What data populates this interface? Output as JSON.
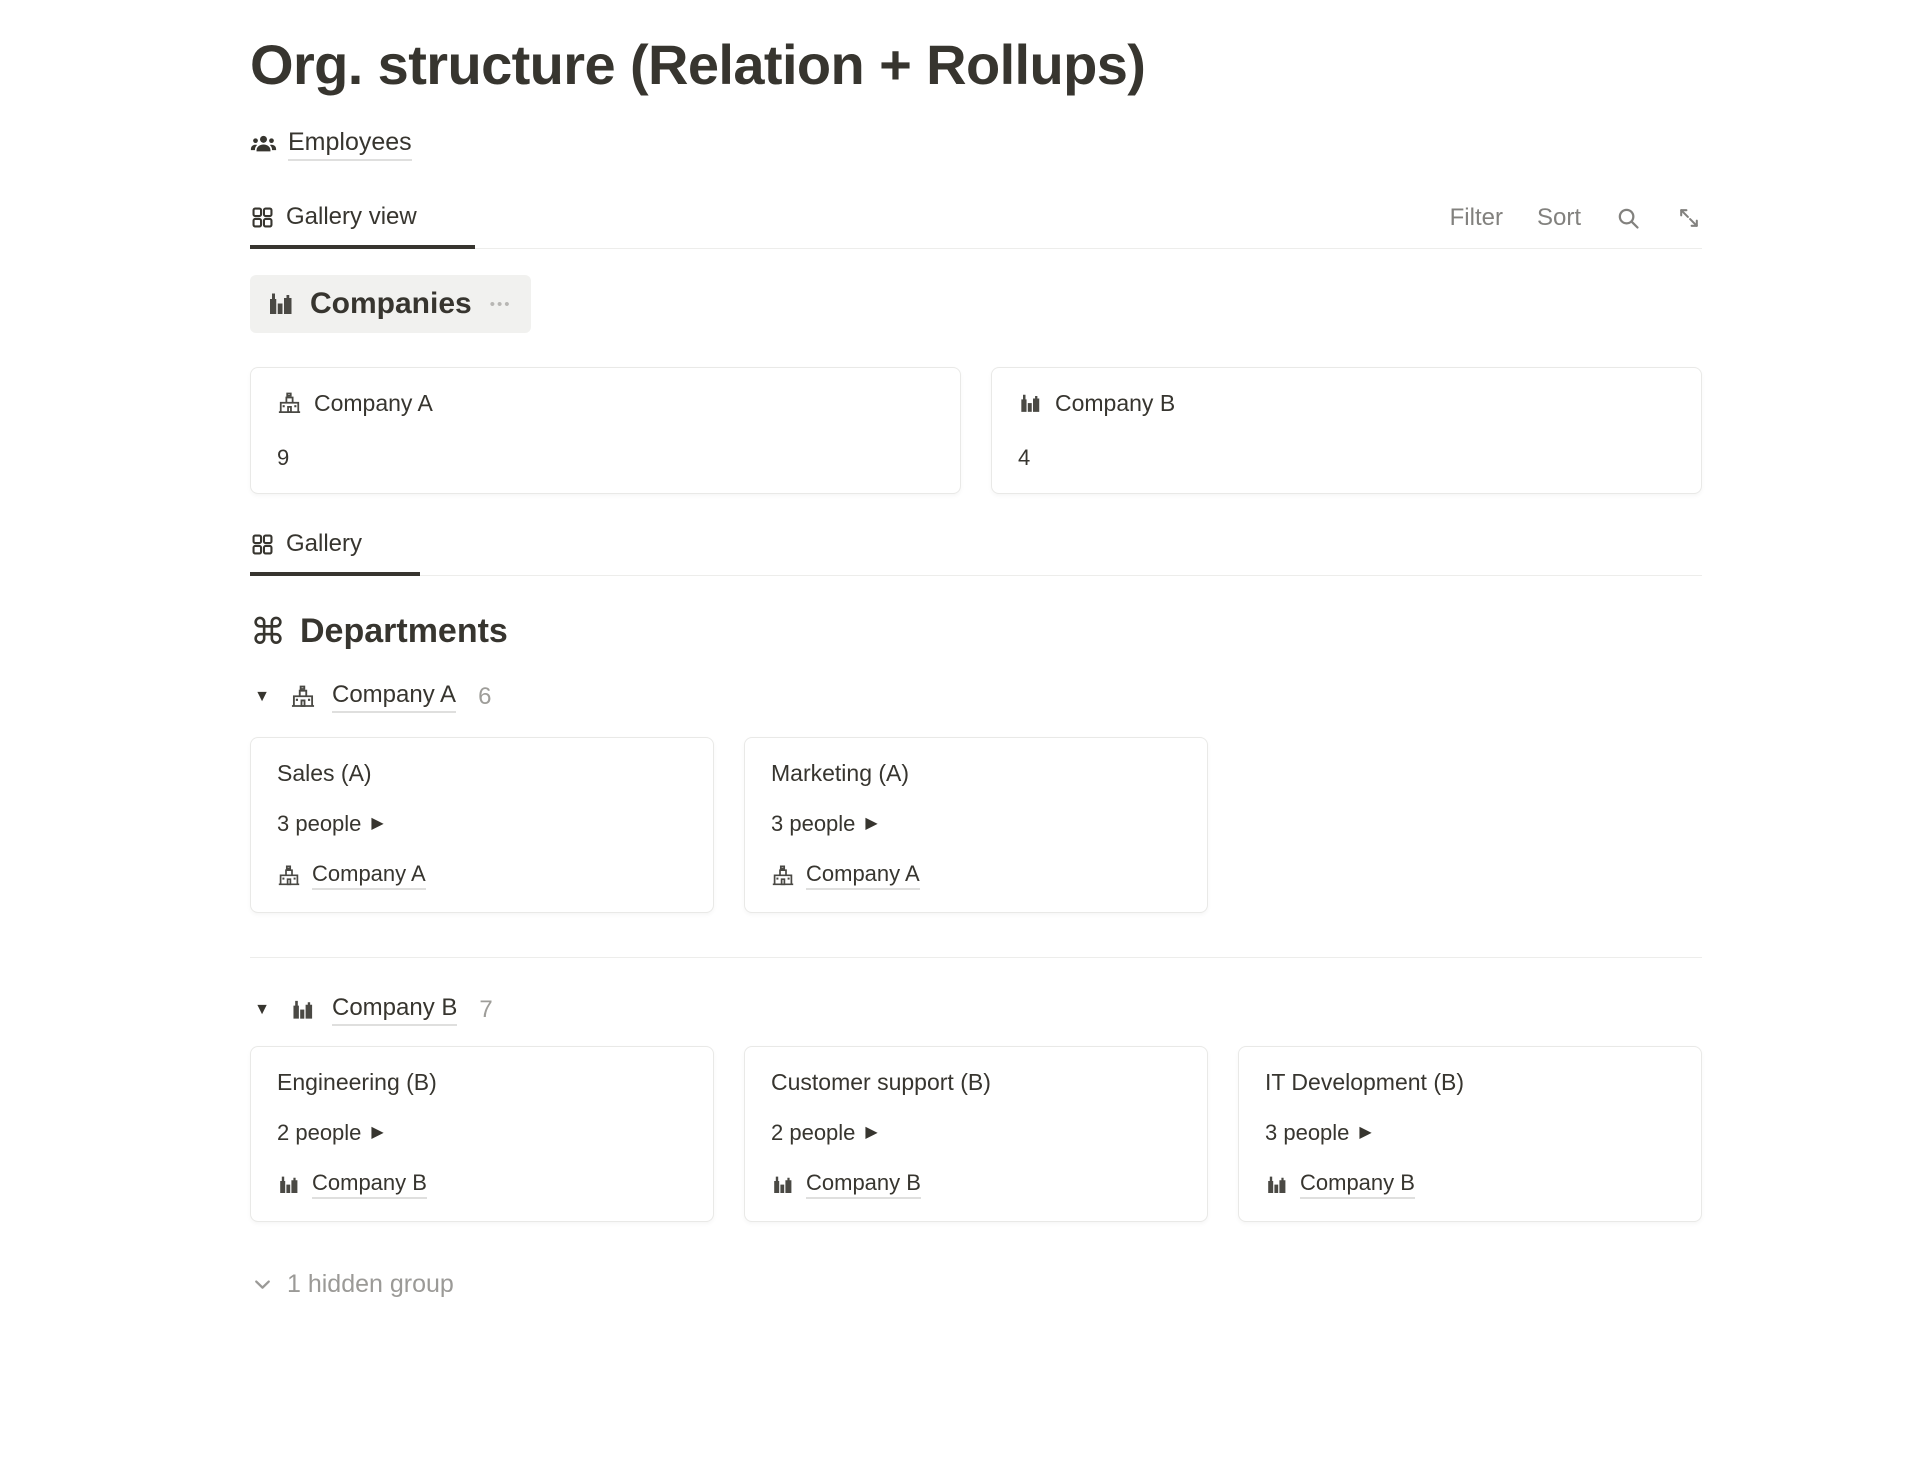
{
  "page": {
    "title": "Org. structure (Relation + Rollups)"
  },
  "header": {
    "collection_label": "Employees"
  },
  "toolbar": {
    "view_tab": "Gallery view",
    "filter": "Filter",
    "sort": "Sort"
  },
  "companies": {
    "title": "Companies",
    "cards": [
      {
        "name": "Company A",
        "rollup_count": "9"
      },
      {
        "name": "Company B",
        "rollup_count": "4"
      }
    ]
  },
  "gallery_tab": {
    "label": "Gallery"
  },
  "departments": {
    "title": "Departments",
    "groups": [
      {
        "name": "Company A",
        "count": "6",
        "cards": [
          {
            "title": "Sales (A)",
            "people": "3 people",
            "company": "Company A"
          },
          {
            "title": "Marketing (A)",
            "people": "3 people",
            "company": "Company A"
          }
        ]
      },
      {
        "name": "Company B",
        "count": "7",
        "cards": [
          {
            "title": "Engineering (B)",
            "people": "2 people",
            "company": "Company B"
          },
          {
            "title": "Customer support (B)",
            "people": "2 people",
            "company": "Company B"
          },
          {
            "title": "IT Development (B)",
            "people": "3 people",
            "company": "Company B"
          }
        ]
      }
    ]
  },
  "footer": {
    "hidden_groups": "1 hidden group"
  },
  "icons": {
    "toggle_open_glyph": "▼",
    "rollup_arrow_glyph": "▶",
    "command_glyph": "⌘",
    "ellipsis_glyph": "•••"
  },
  "colors": {
    "text": "#37352f",
    "muted_text": "#82817e",
    "count_text": "#9e9d99",
    "pill_bg": "#f1f1ef",
    "card_border": "#e9e9e7",
    "divider": "#ededeb"
  }
}
